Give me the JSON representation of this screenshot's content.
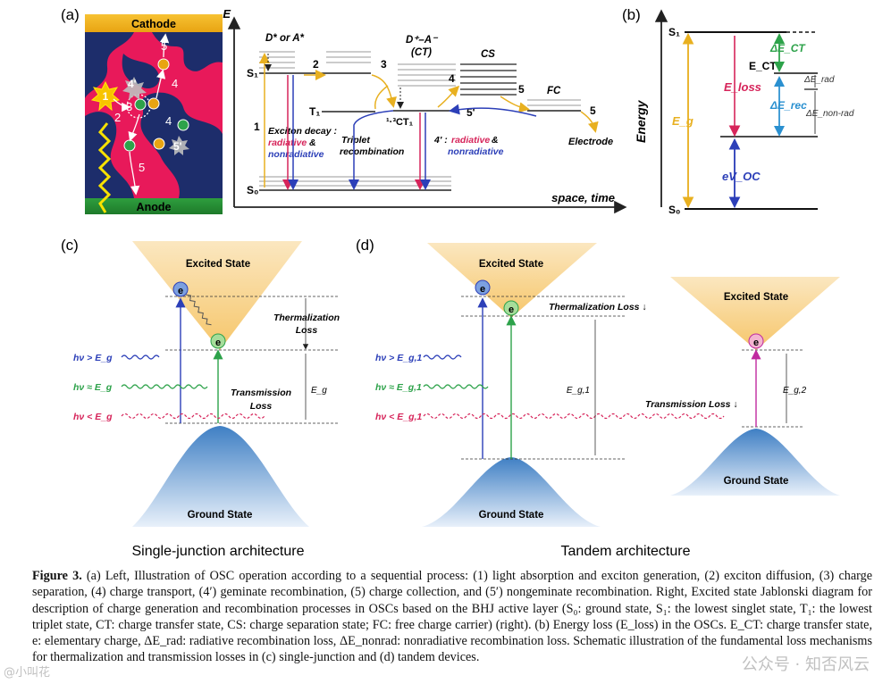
{
  "panels": {
    "a_label": "(a)",
    "b_label": "(b)",
    "c_label": "(c)",
    "d_label": "(d)"
  },
  "panel_a": {
    "cathode": "Cathode",
    "anode": "Anode",
    "steps": [
      "1",
      "2",
      "3",
      "4",
      "5",
      "4'",
      "5'",
      "2",
      "3",
      "4",
      "5"
    ],
    "jablonski": {
      "axis_e": "E",
      "axis_x": "space, time",
      "d_star": "D* or A*",
      "dminus_aplus": "D⁺–A⁻",
      "ct": "(CT)",
      "cs": "CS",
      "fc": "FC",
      "s1": "S₁",
      "t1": "T₁",
      "s0": "S₀",
      "ct1": "¹·³CT₁",
      "exciton_decay": "Exciton decay :",
      "radiative": "radiative",
      "amp": "&",
      "nonradiative": "nonradiative",
      "triplet": "Triplet",
      "recombination": "recombination",
      "four_prime": "4' :",
      "electrode": "Electrode",
      "n1": "1",
      "n2": "2",
      "n3": "3",
      "n4": "4",
      "n5a": "5",
      "n5b": "5",
      "n5prime": "5'"
    }
  },
  "panel_b": {
    "energy": "Energy",
    "s1": "S₁",
    "s0": "S₀",
    "ect": "E_CT",
    "eg": "E_g",
    "eloss": "E_loss",
    "evoc": "eV_OC",
    "dect": "ΔE_CT",
    "derec": "ΔE_rec",
    "derad": "ΔE_rad",
    "denonrad": "ΔE_non-rad"
  },
  "panel_c": {
    "excited": "Excited State",
    "ground": "Ground State",
    "thermalization": "Thermalization",
    "loss": "Loss",
    "transmission": "Transmission",
    "loss2": "Loss",
    "eg": "E_g",
    "hv_gt": "hν > E_g",
    "hv_eq": "hν ≈ E_g",
    "hv_lt": "hν < E_g",
    "electron": "e",
    "title": "Single-junction architecture"
  },
  "panel_d": {
    "excited1": "Excited State",
    "excited2": "Excited State",
    "ground1": "Ground State",
    "ground2": "Ground State",
    "thermal_loss": "Thermalization Loss ↓",
    "trans_loss": "Transmission Loss ↓",
    "eg1": "E_g,1",
    "eg2": "E_g,2",
    "hv_gt": "hν > E_g,1",
    "hv_eq": "hν ≈ E_g,1",
    "hv_lt": "hν < E_g,1",
    "electron": "e",
    "title": "Tandem architecture"
  },
  "caption": {
    "fig": "Figure 3.",
    "text": " (a) Left, Illustration of OSC operation according to a sequential process: (1) light absorption and exciton generation, (2) exciton diffusion, (3) charge separation, (4) charge transport, (4′) geminate recombination, (5) charge collection, and (5′) nongeminate recombination. Right, Excited state Jablonski diagram for description of charge generation and recombination processes in OSCs based on the BHJ active layer (S₀: ground state, S₁: the lowest singlet state, T₁: the lowest triplet state, CT: charge transfer state, CS: charge separation state; FC: free charge carrier) (right). (b) Energy loss (E_loss) in the OSCs. E_CT: charge transfer state, e: elementary charge, ΔE_rad: radiative recombination loss, ΔE_nonrad: nonradiative recombination loss. Schematic illustration of the fundamental loss mechanisms for thermalization and transmission losses in (c) single-junction and (d) tandem devices."
  },
  "watermark": "公众号 · 知否风云",
  "watermark_left": "@小叫花"
}
